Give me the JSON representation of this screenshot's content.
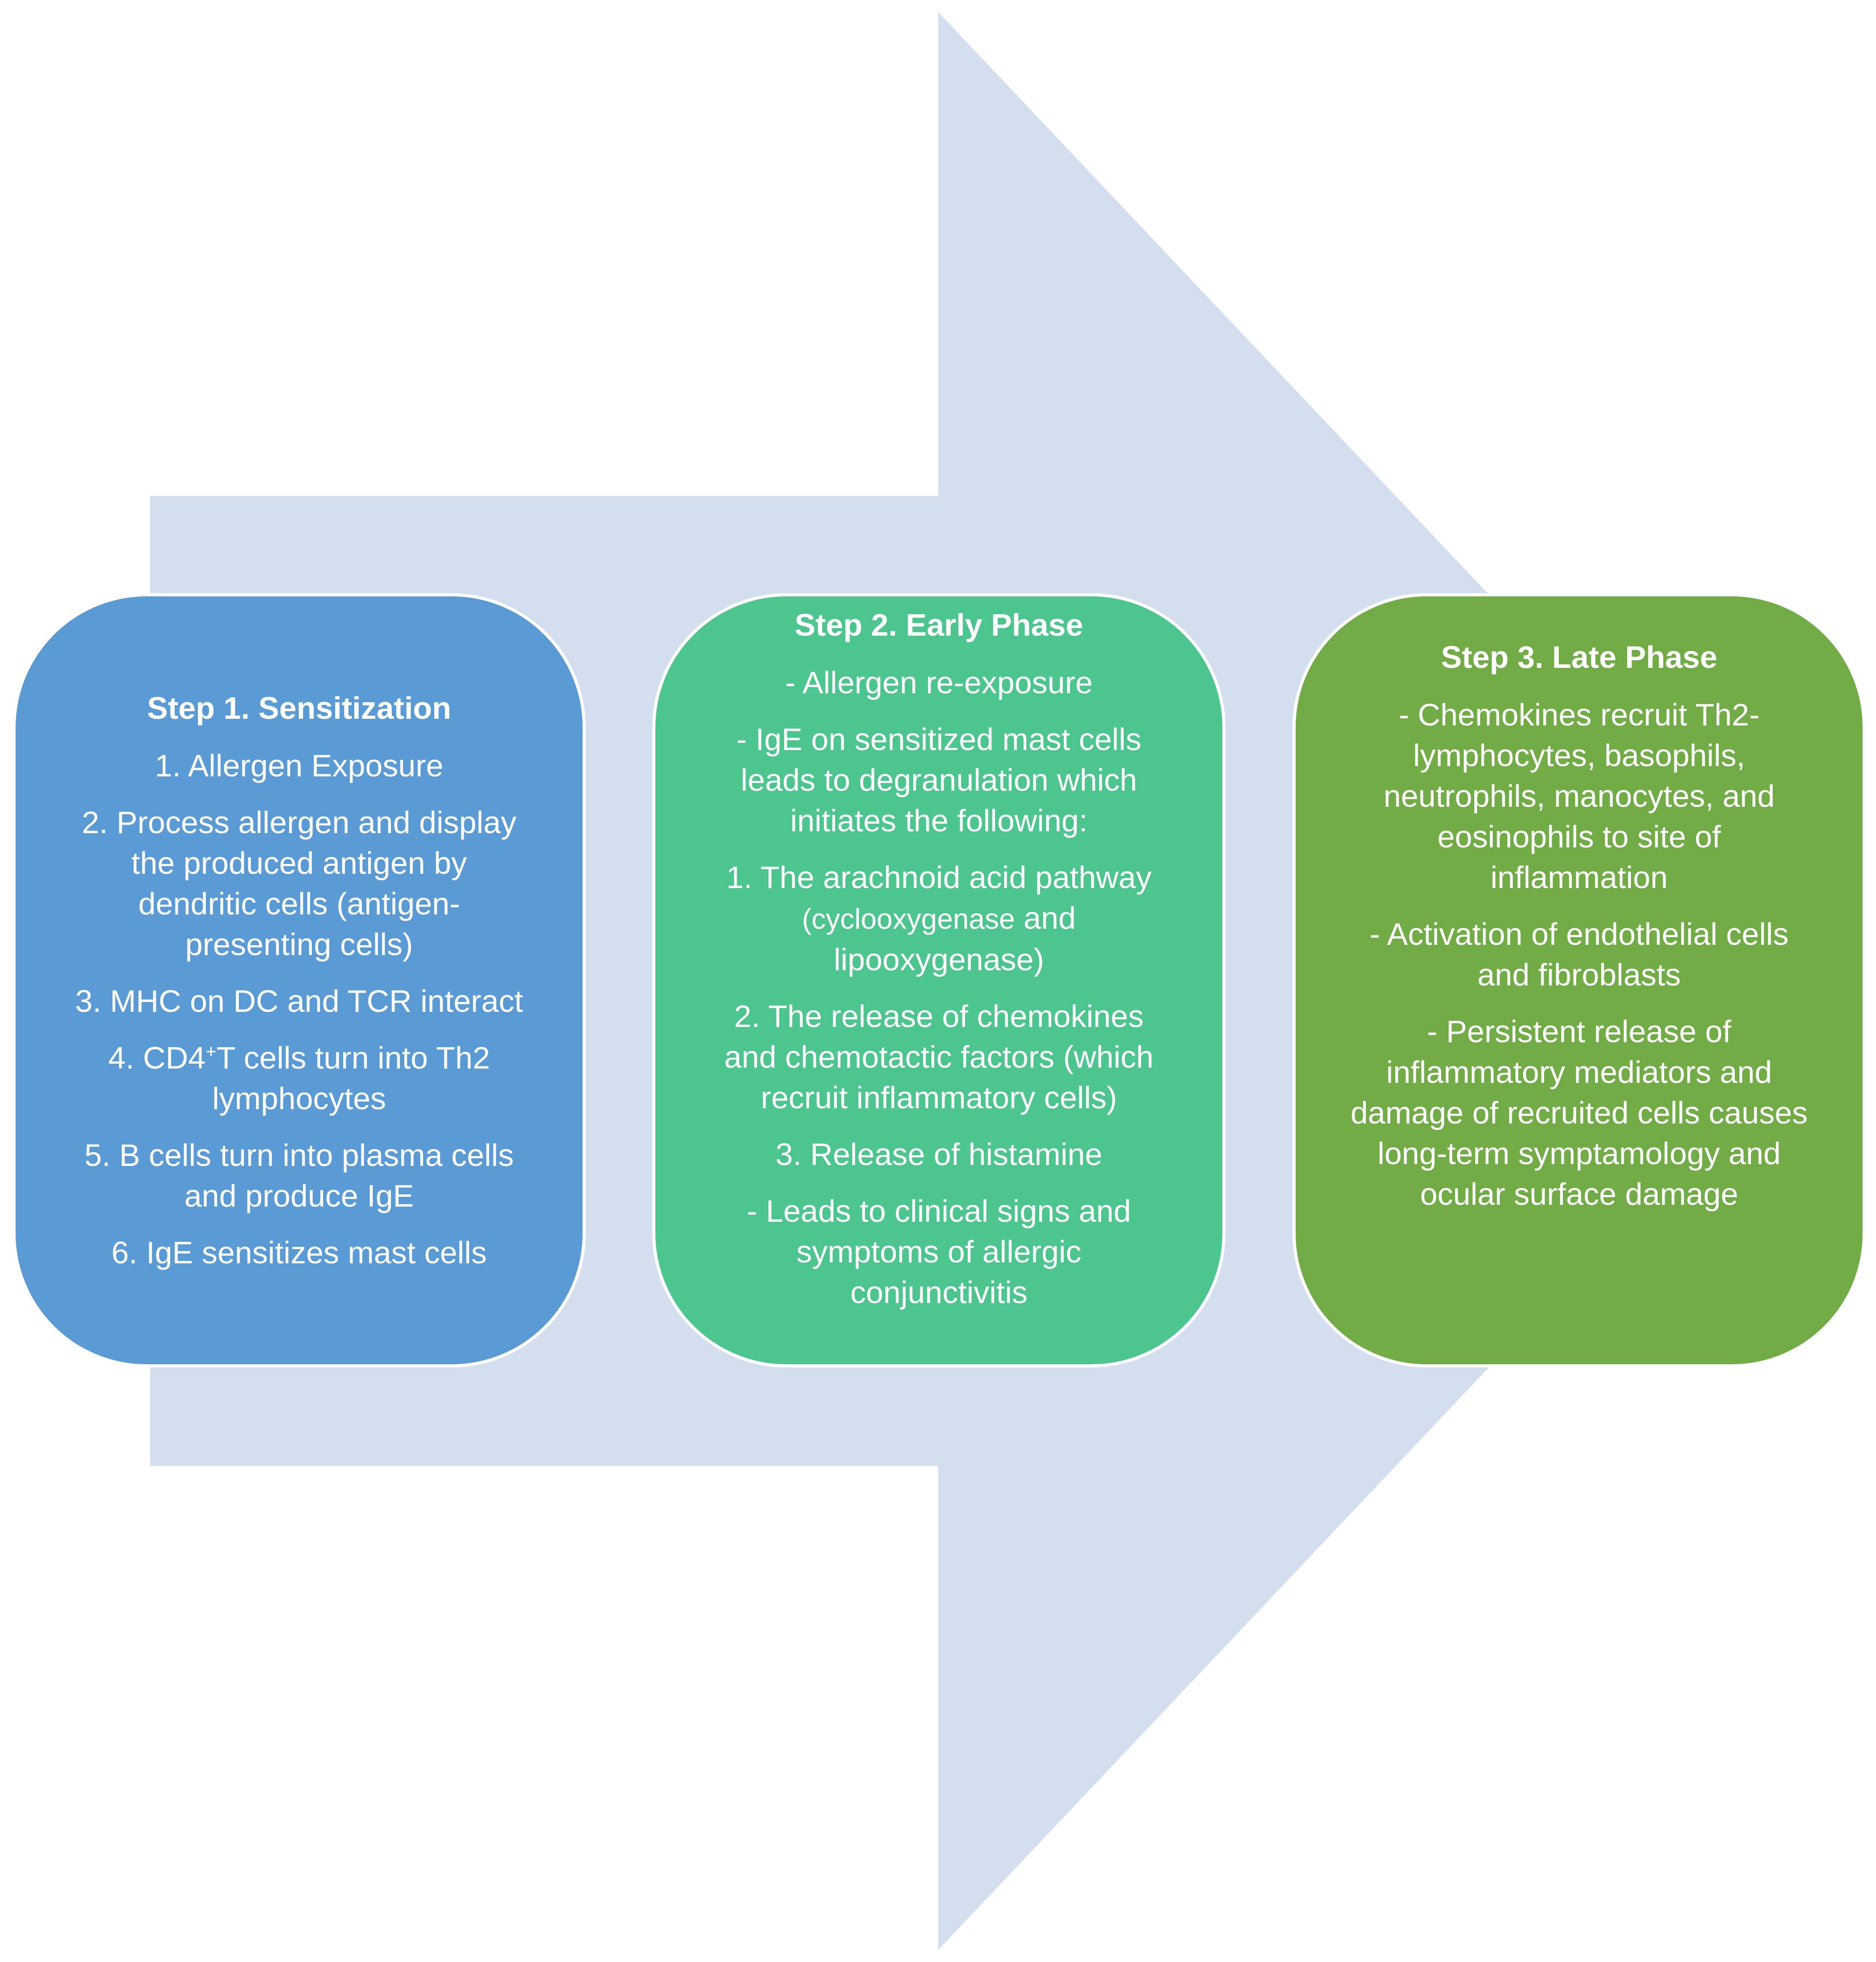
{
  "colors": {
    "arrow": "#d3deef",
    "step1": "#5b9bd5",
    "step2": "#4cc68e",
    "step3": "#72ac47",
    "text": "#ffffff"
  },
  "steps": [
    {
      "title": "Step 1. Sensitization",
      "items": [
        "1. Allergen Exposure",
        "2. Process allergen and display\nthe produced antigen by\ndendritic cells (antigen-\npresenting cells)",
        "3. MHC on DC and TCR interact",
        {
          "prefix": "4. CD4",
          "sup": "+",
          "suffix": "T cells turn into Th2\nlymphocytes"
        },
        "5. B cells turn into plasma cells\nand produce IgE",
        "6. IgE sensitizes mast cells"
      ]
    },
    {
      "title": "Step 2. Early Phase",
      "items": [
        "- Allergen re-exposure",
        "- IgE on sensitized mast cells\nleads to degranulation which\ninitiates the following:",
        {
          "line1": "1. The arachnoid acid pathway",
          "small": "(cyclooxygenase",
          "rest": " and\nlipooxygenase)"
        },
        "2. The release of chemokines\nand chemotactic factors (which\nrecruit inflammatory cells)",
        "3. Release of histamine",
        "- Leads to clinical signs and\nsymptoms of allergic\nconjunctivitis"
      ]
    },
    {
      "title": "Step 3. Late Phase",
      "items": [
        "- Chemokines recruit Th2-\nlymphocytes, basophils,\nneutrophils, manocytes, and\neosinophils to site of\ninflammation",
        "- Activation of endothelial cells\nand fibroblasts",
        "- Persistent release of\ninflammatory mediators and\ndamage of recruited cells causes\nlong-term symptamology and\nocular surface damage"
      ]
    }
  ]
}
